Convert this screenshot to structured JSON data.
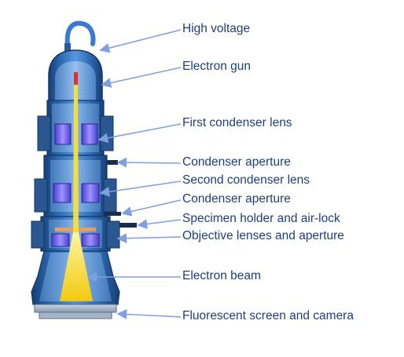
{
  "diagram": {
    "labels": [
      "High voltage",
      "Electron gun",
      "First condenser lens",
      "Condenser  aperture",
      "Second condenser lens",
      "Condenser aperture",
      "Specimen holder and air-lock",
      "Objective lenses and aperture",
      "Electron beam",
      "Fluorescent  screen  and camera"
    ],
    "colors": {
      "label_text": "#1f3f7a",
      "arrow": "#7f9fe0",
      "column_dark": "#1f4f8c",
      "column_light": "#7fb0e8",
      "lens": "#7a6cf0",
      "beam": "#f2d41e",
      "emitter": "#e03030",
      "cable": "#3b7ad0"
    }
  }
}
